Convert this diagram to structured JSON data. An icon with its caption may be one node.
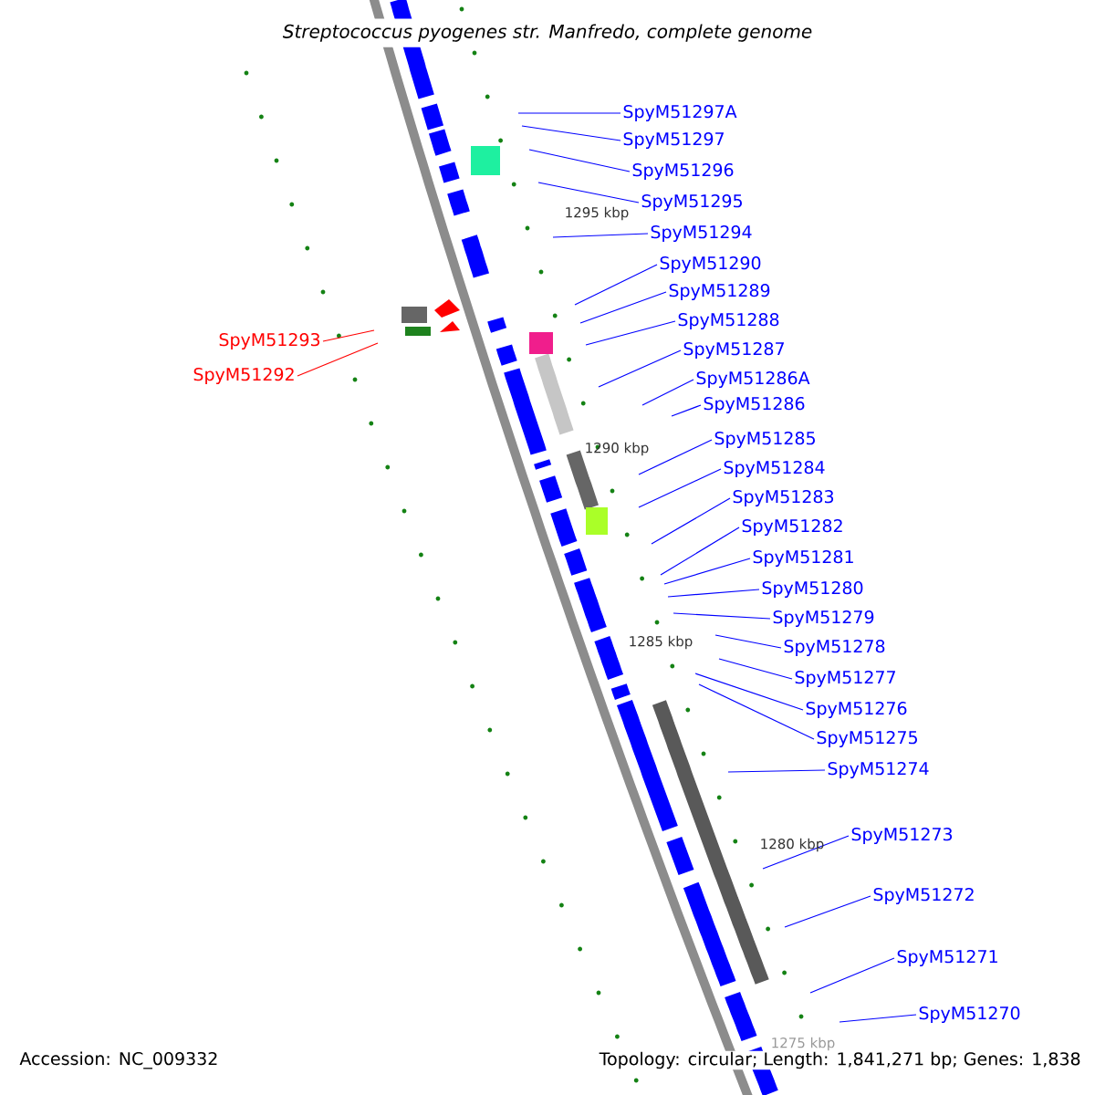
{
  "diagram": {
    "title": "*Streptococcus pyogenes str. Manfredo, complete genome*",
    "nodes": [
      {
        "text": [
          "SpyM51297A"
        ]
      },
      {
        "text": [
          "SpyM51297"
        ]
      },
      {
        "text": [
          "SpyM51296"
        ]
      },
      {
        "text": [
          "SpyM51295"
        ]
      },
      {
        "text": [
          "SpyM51294"
        ]
      },
      {
        "text": [
          "SpyM51290"
        ]
      },
      {
        "text": [
          "SpyM51289"
        ]
      },
      {
        "text": [
          "SpyM51288"
        ]
      },
      {
        "text": [
          "SpyM51287"
        ]
      },
      {
        "text": [
          "SpyM51286A"
        ]
      },
      {
        "text": [
          "SpyM51286"
        ]
      },
      {
        "text": [
          "SpyM51285"
        ]
      },
      {
        "text": [
          "SpyM51284"
        ]
      },
      {
        "text": [
          "SpyM51283"
        ]
      },
      {
        "text": [
          "SpyM51282"
        ]
      },
      {
        "text": [
          "SpyM51281"
        ]
      },
      {
        "text": [
          "SpyM51280"
        ]
      },
      {
        "text": [
          "SpyM51279"
        ]
      },
      {
        "text": [
          "SpyM51278"
        ]
      },
      {
        "text": [
          "SpyM51277"
        ]
      },
      {
        "text": [
          "SpyM51276"
        ]
      },
      {
        "text": [
          "SpyM51275"
        ]
      },
      {
        "text": [
          "SpyM51274"
        ]
      },
      {
        "text": [
          "SpyM51273"
        ]
      },
      {
        "text": [
          "SpyM51272"
        ]
      },
      {
        "text": [
          "SpyM51271"
        ]
      },
      {
        "text": [
          "SpyM51270"
        ]
      },
      {
        "text": [
          "SpyM51293"
        ]
      },
      {
        "text": [
          "SpyM51292"
        ]
      }
    ],
    "edges": [
      {
        "from": 0,
        "to": null,
        "arrow": "none"
      },
      {
        "from": 1,
        "to": null,
        "arrow": "none"
      },
      {
        "from": 2,
        "to": null,
        "arrow": "none"
      },
      {
        "from": 3,
        "to": null,
        "arrow": "none"
      },
      {
        "from": 4,
        "to": null,
        "arrow": "none"
      },
      {
        "from": 5,
        "to": null,
        "arrow": "none"
      },
      {
        "from": 6,
        "to": null,
        "arrow": "none"
      },
      {
        "from": 7,
        "to": null,
        "arrow": "none"
      },
      {
        "from": 8,
        "to": null,
        "arrow": "none"
      },
      {
        "from": 9,
        "to": null,
        "arrow": "none"
      },
      {
        "from": 10,
        "to": null,
        "arrow": "none"
      },
      {
        "from": 11,
        "to": null,
        "arrow": "none"
      },
      {
        "from": 12,
        "to": null,
        "arrow": "none"
      },
      {
        "from": 13,
        "to": null,
        "arrow": "none"
      },
      {
        "from": 14,
        "to": null,
        "arrow": "none"
      },
      {
        "from": 15,
        "to": null,
        "arrow": "none"
      },
      {
        "from": 16,
        "to": null,
        "arrow": "none"
      },
      {
        "from": 17,
        "to": null,
        "arrow": "none"
      },
      {
        "from": 18,
        "to": null,
        "arrow": "none"
      },
      {
        "from": 19,
        "to": null,
        "arrow": "none"
      },
      {
        "from": 20,
        "to": null,
        "arrow": "none"
      },
      {
        "from": 21,
        "to": null,
        "arrow": "none"
      },
      {
        "from": 22,
        "to": null,
        "arrow": "none"
      },
      {
        "from": 23,
        "to": null,
        "arrow": "none"
      },
      {
        "from": 24,
        "to": null,
        "arrow": "none"
      },
      {
        "from": 25,
        "to": null,
        "arrow": "none"
      },
      {
        "from": 26,
        "to": null,
        "arrow": "none"
      },
      {
        "from": 27,
        "to": null,
        "arrow": "none",
        "color": "#ff0000"
      },
      {
        "from": 28,
        "to": null,
        "arrow": "none",
        "color": "#ff0000"
      }
    ],
    "labels": [
      "1295 kbp",
      "1290 kbp",
      "1285 kbp",
      "1280 kbp",
      "1275 kbp",
      "Accession: NC_009332",
      "Topology: circular; Length: 1,841,271 bp; Genes: 1,838"
    ]
  }
}
